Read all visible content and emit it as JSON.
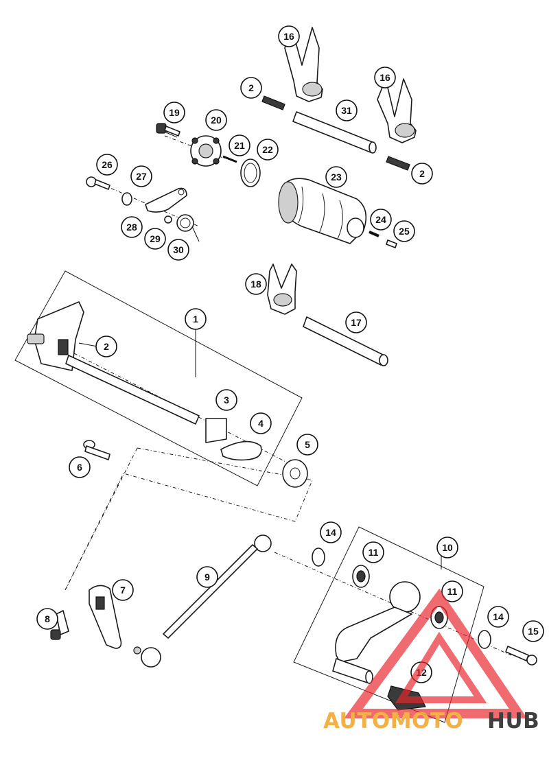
{
  "diagram": {
    "callouts": [
      {
        "id": "c16a",
        "label": "16"
      },
      {
        "id": "c16b",
        "label": "16"
      },
      {
        "id": "c2a",
        "label": "2"
      },
      {
        "id": "c2b",
        "label": "2"
      },
      {
        "id": "c2c",
        "label": "2"
      },
      {
        "id": "c31",
        "label": "31"
      },
      {
        "id": "c19",
        "label": "19"
      },
      {
        "id": "c20",
        "label": "20"
      },
      {
        "id": "c21",
        "label": "21"
      },
      {
        "id": "c22",
        "label": "22"
      },
      {
        "id": "c23",
        "label": "23"
      },
      {
        "id": "c26",
        "label": "26"
      },
      {
        "id": "c27",
        "label": "27"
      },
      {
        "id": "c28",
        "label": "28"
      },
      {
        "id": "c29",
        "label": "29"
      },
      {
        "id": "c30",
        "label": "30"
      },
      {
        "id": "c24",
        "label": "24"
      },
      {
        "id": "c25",
        "label": "25"
      },
      {
        "id": "c18",
        "label": "18"
      },
      {
        "id": "c17",
        "label": "17"
      },
      {
        "id": "c1",
        "label": "1"
      },
      {
        "id": "c3",
        "label": "3"
      },
      {
        "id": "c4",
        "label": "4"
      },
      {
        "id": "c5",
        "label": "5"
      },
      {
        "id": "c6",
        "label": "6"
      },
      {
        "id": "c7",
        "label": "7"
      },
      {
        "id": "c8",
        "label": "8"
      },
      {
        "id": "c9",
        "label": "9"
      },
      {
        "id": "c10",
        "label": "10"
      },
      {
        "id": "c11a",
        "label": "11"
      },
      {
        "id": "c11b",
        "label": "11"
      },
      {
        "id": "c12",
        "label": "12"
      },
      {
        "id": "c14a",
        "label": "14"
      },
      {
        "id": "c14b",
        "label": "14"
      },
      {
        "id": "c15",
        "label": "15"
      }
    ]
  },
  "watermark": {
    "part1": "AUTOMOTO",
    "part2": "HUB",
    "color_primary": "#e8262b",
    "color_accent": "#f2a830",
    "color_dark": "#2b2b2b"
  }
}
